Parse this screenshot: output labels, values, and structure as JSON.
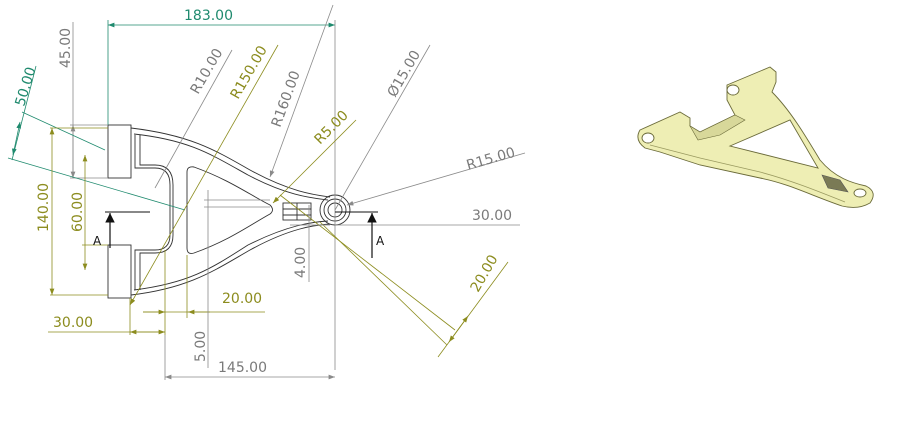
{
  "drawing": {
    "dimensions": {
      "overall_width": "183.00",
      "top_offset": "45.00",
      "boss_angle_width": "50.00",
      "radius_r10": "R10.00",
      "radius_r150": "R150.00",
      "radius_r160": "R160.00",
      "radius_r5": "R5.00",
      "hole_diameter": "Ø15.00",
      "radius_r15": "R15.00",
      "hub_height": "30.00",
      "overall_height": "140.00",
      "inner_gap": "60.00",
      "rib_thickness": "4.00",
      "arm_width": "20.00",
      "inner_offset": "20.00",
      "boss_length": "30.00",
      "small_offset": "5.00",
      "hub_distance": "145.00"
    },
    "section_label_left": "A",
    "section_label_right": "A"
  },
  "colors": {
    "driving_dim": "#1f8a6e",
    "driven_dim": "#8c8c1e",
    "reference_dim": "#8a8a8a",
    "part_fill": "#eeeeb4"
  }
}
